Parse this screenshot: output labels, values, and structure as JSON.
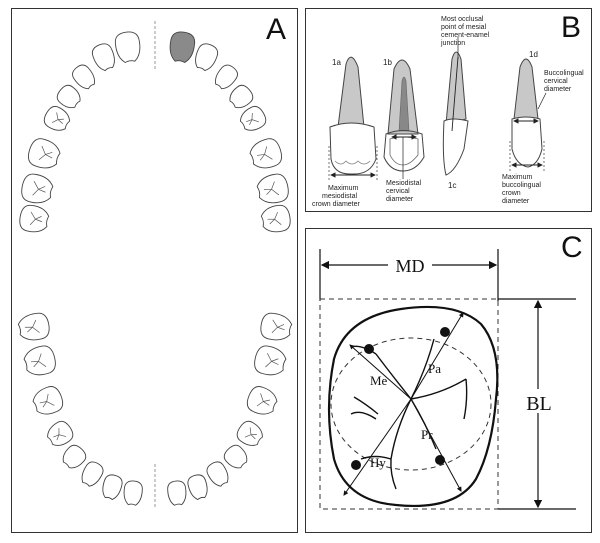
{
  "panels": {
    "a": {
      "letter": "A"
    },
    "b": {
      "letter": "B",
      "labels": {
        "fig_1a": "1a",
        "fig_1b": "1b",
        "fig_1c": "1c",
        "fig_1d": "1d",
        "top_note_l1": "Most occlusal",
        "top_note_l2": "point of mesial",
        "top_note_l3": "cement-enamel",
        "top_note_l4": "junction",
        "bl_cerv_l1": "Buccolingual",
        "bl_cerv_l2": "cervical",
        "bl_cerv_l3": "diameter",
        "md_crown_l1": "Maximum",
        "md_crown_l2": "mesiodistal",
        "md_crown_l3": "crown diameter",
        "md_cerv_l1": "Mesiodistal",
        "md_cerv_l2": "cervical",
        "md_cerv_l3": "diameter",
        "bl_crown_l1": "Maximum",
        "bl_crown_l2": "buccolingual",
        "bl_crown_l3": "crown",
        "bl_crown_l4": "diameter"
      }
    },
    "c": {
      "letter": "C",
      "md": "MD",
      "bl": "BL",
      "cusps": {
        "pa": "Pa",
        "me": "Me",
        "pr": "Pr",
        "hy": "Hy"
      }
    }
  },
  "colors": {
    "highlight_tooth": "#8a8a8a",
    "root_shade": "#c8c8c8",
    "pulp_shade": "#888888"
  }
}
